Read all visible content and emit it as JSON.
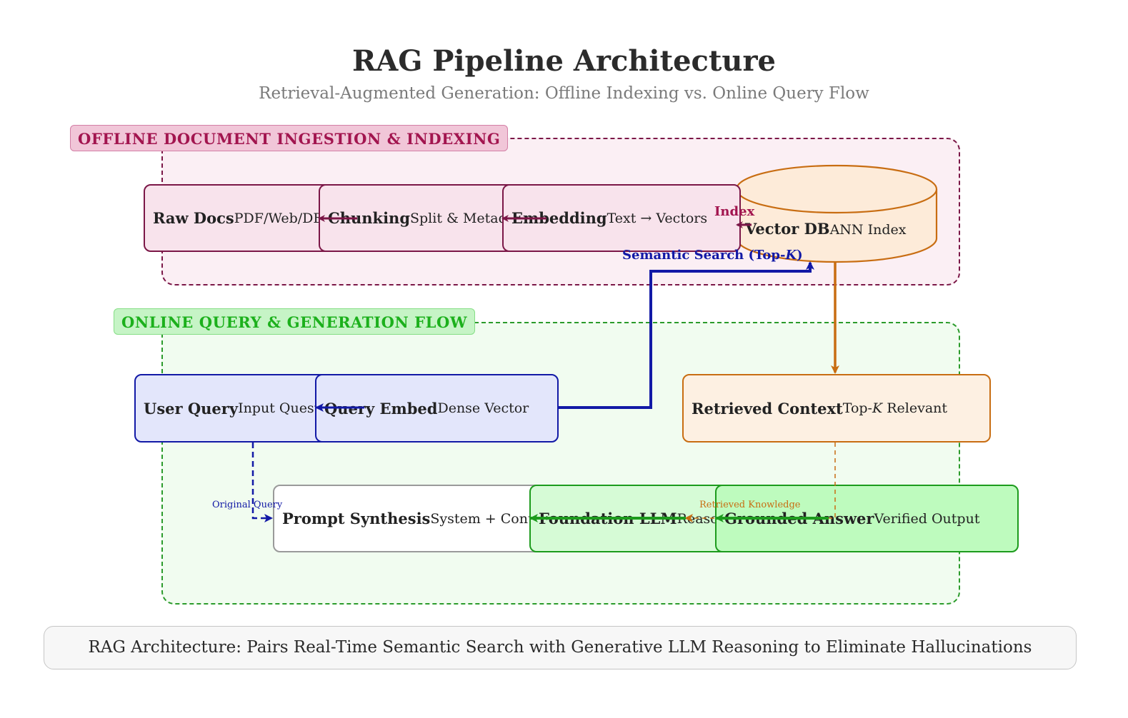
{
  "title": "RAG Pipeline Architecture",
  "subtitle": "Retrieval-Augmented Generation: Offline Indexing vs. Online Query Flow",
  "offline": {
    "tag": "OFFLINE DOCUMENT INGESTION & INDEXING",
    "raw_docs": {
      "title": "Raw Docs",
      "desc": "PDF/Web/DB"
    },
    "chunking": {
      "title": "Chunking",
      "desc": "Split & Metadata"
    },
    "embedding": {
      "title": "Embedding",
      "desc": "Text → Vectors"
    },
    "vector_db": {
      "title": "Vector DB",
      "desc": "ANN Index"
    },
    "index_label": "Index"
  },
  "online": {
    "tag": "ONLINE QUERY & GENERATION FLOW",
    "user_query": {
      "title": "User Query",
      "desc": "Input Question"
    },
    "query_embed": {
      "title": "Query Embed",
      "desc": "Dense Vector"
    },
    "retrieved_context": {
      "title": "Retrieved Context",
      "desc_pre": "Top-",
      "desc_k": "K",
      "desc_post": " Relevant"
    },
    "prompt_synthesis": {
      "title": "Prompt Synthesis",
      "desc": "System + Context + Query"
    },
    "foundation_llm": {
      "title": "Foundation LLM",
      "desc": "Reasoning"
    },
    "grounded_answer": {
      "title": "Grounded Answer",
      "desc": "Verified Output"
    },
    "semantic_search_pre": "Semantic Search (Top-",
    "semantic_search_k": "K",
    "semantic_search_post": ")",
    "original_query_label": "Original Query",
    "retrieved_knowledge_label": "Retrieved Knowledge"
  },
  "footer": "RAG Architecture: Pairs Real-Time Semantic Search with Generative LLM Reasoning to Eliminate Hallucinations",
  "colors": {
    "offline": "#7b1747",
    "blue": "#1219a6",
    "orange": "#c86d12",
    "green": "#1d9b1d"
  }
}
